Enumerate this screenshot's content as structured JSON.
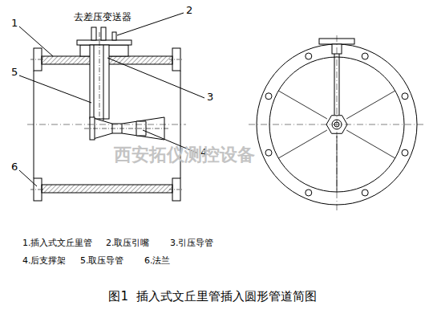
{
  "diagram": {
    "caption": "图1  插入式文丘里管插入圆形管道简图",
    "labels": [
      "去差压变送器",
      "1",
      "2",
      "3",
      "4",
      "5",
      "6",
      "1.插入式文丘里管",
      "2.取压引嘴",
      "3.引压导管",
      "4.后支撑架",
      "5.取压导管",
      "6.法兰",
      "西安拓仪测控设备"
    ]
  }
}
